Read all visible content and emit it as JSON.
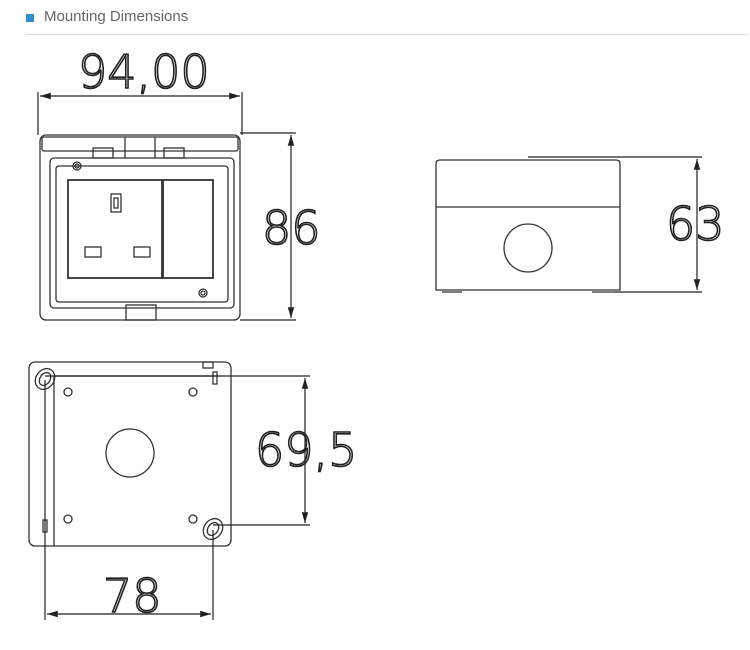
{
  "header": {
    "title": "Mounting Dimensions",
    "accent_color": "#2e8fd0"
  },
  "dimensions": {
    "front_width": "94,00",
    "front_height": "86",
    "side_height": "63",
    "back_hole_spacing_vertical": "69,5",
    "back_hole_spacing_horizontal": "78"
  }
}
